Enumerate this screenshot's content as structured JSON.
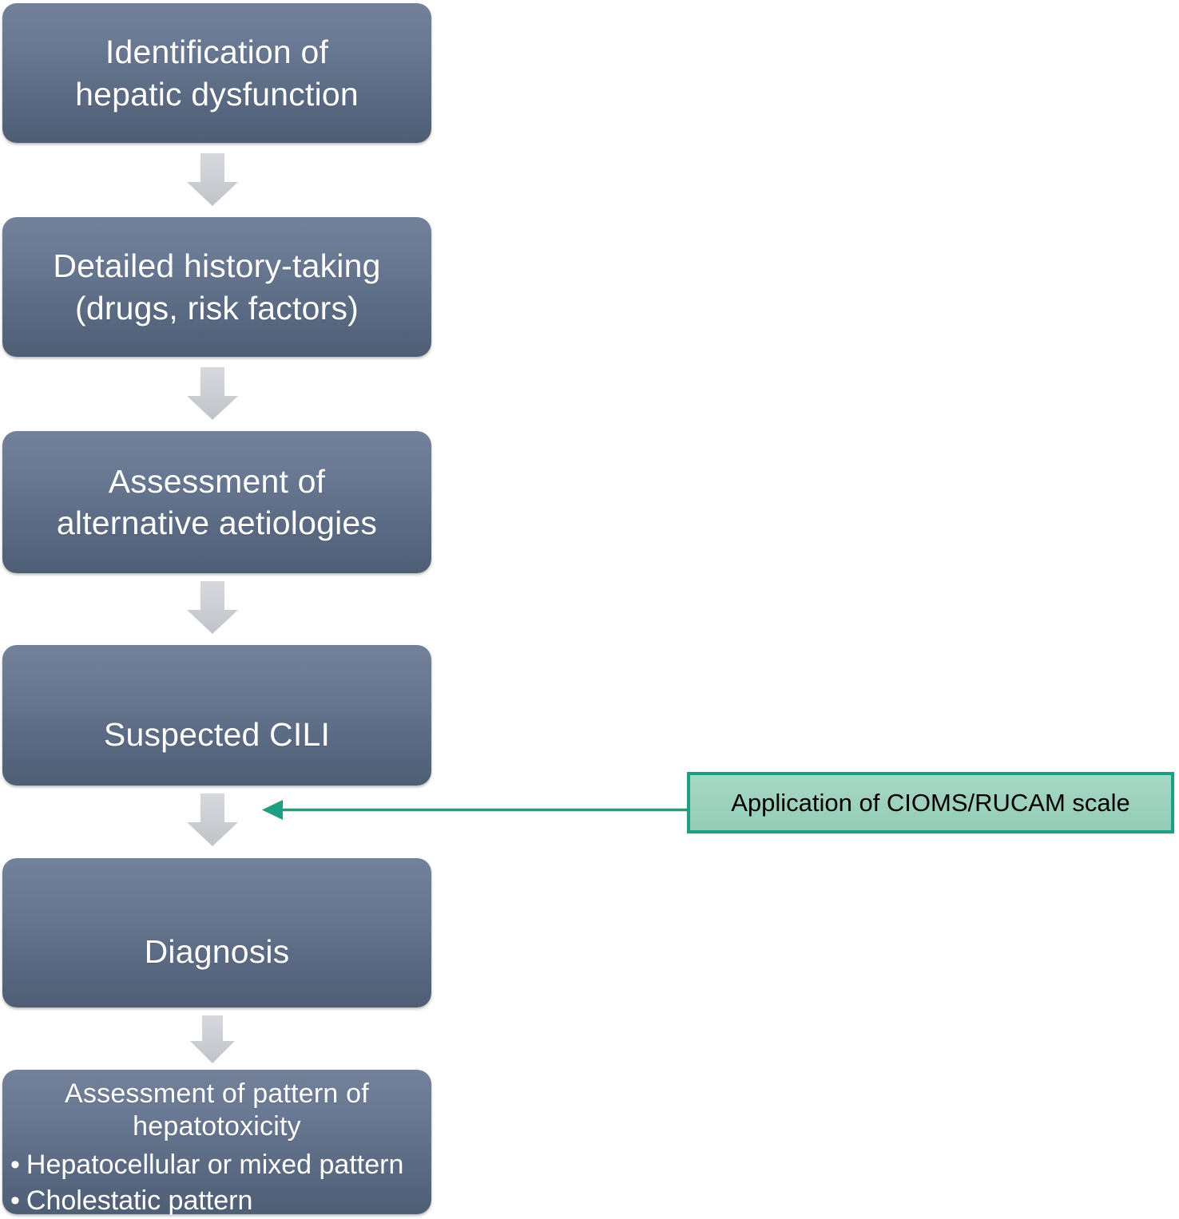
{
  "diagram": {
    "type": "flowchart",
    "orientation": "vertical",
    "title": "",
    "colors": {
      "node_fill_top": "#73819a",
      "node_fill_bottom": "#4e5e75",
      "node_text": "#ffffff",
      "arrow_gray": "#cbced3",
      "callout_border": "#1f9e83",
      "callout_fill": "#9ed2bf",
      "callout_text": "#000000",
      "connector_green": "#1f9e83",
      "background": "#ffffff"
    },
    "nodes": [
      {
        "id": "identification",
        "lines": [
          "Identification of",
          "hepatic dysfunction"
        ],
        "text": "Identification of hepatic dysfunction"
      },
      {
        "id": "history",
        "lines": [
          "Detailed history-taking",
          "(drugs, risk factors)"
        ],
        "text": "Detailed history-taking (drugs, risk factors)"
      },
      {
        "id": "alternative",
        "lines": [
          "Assessment of",
          "alternative aetiologies"
        ],
        "text": "Assessment of alternative aetiologies"
      },
      {
        "id": "suspected",
        "lines": [
          "Suspected CILI"
        ],
        "text": "Suspected CILI"
      },
      {
        "id": "diagnosis",
        "lines": [
          "Diagnosis"
        ],
        "text": "Diagnosis"
      },
      {
        "id": "pattern",
        "lines": [
          "Assessment of pattern of",
          "hepatotoxicity"
        ],
        "text": "Assessment of pattern of hepatotoxicity",
        "bullets": [
          "Hepatocellular or mixed pattern",
          "Cholestatic pattern"
        ],
        "bullet_marker": "•"
      }
    ],
    "callout": {
      "id": "cioms-rucam",
      "text": "Application of CIOMS/RUCAM scale",
      "points_to": "suspected-to-diagnosis-arrow",
      "direction": "left"
    },
    "connectors": [
      {
        "from": "identification",
        "to": "history",
        "style": "gray-block-arrow",
        "direction": "down"
      },
      {
        "from": "history",
        "to": "alternative",
        "style": "gray-block-arrow",
        "direction": "down"
      },
      {
        "from": "alternative",
        "to": "suspected",
        "style": "gray-block-arrow",
        "direction": "down"
      },
      {
        "from": "suspected",
        "to": "diagnosis",
        "style": "gray-block-arrow",
        "direction": "down"
      },
      {
        "from": "diagnosis",
        "to": "pattern",
        "style": "gray-block-arrow",
        "direction": "down"
      },
      {
        "from": "cioms-rucam",
        "to": "suspected-to-diagnosis-arrow",
        "style": "green-line-arrow",
        "direction": "left"
      }
    ]
  }
}
